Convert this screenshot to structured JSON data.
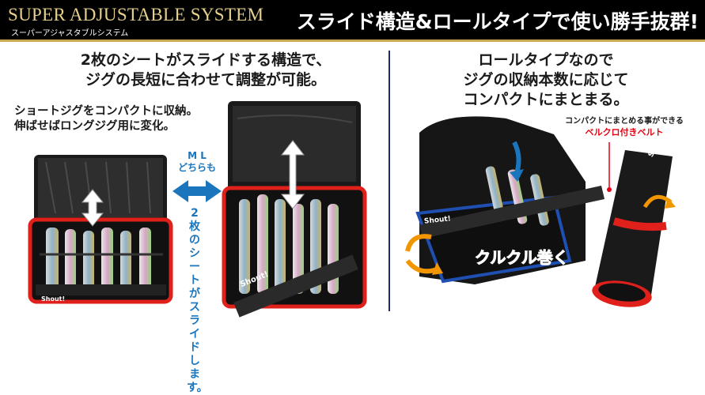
{
  "header": {
    "title": "SUPER ADJUSTABLE SYSTEM",
    "subtitle": "スーパーアジャスタブルシステム",
    "tagline": "スライド構造&ロールタイプで使い勝手抜群!"
  },
  "left": {
    "headline_1": "2枚のシートがスライドする構造で、",
    "headline_2": "ジグの長短に合わせて調整が可能。",
    "note_1": "ショートジグをコンパクトに収納。",
    "note_2": "伸ばせばロングジグ用に変化。",
    "size_label_1": "M L",
    "size_label_2": "どちらも",
    "slide_text": "2枚のシートがスライドします。",
    "brand": "Shout!"
  },
  "right": {
    "headline_1": "ロールタイプなので",
    "headline_2": "ジグの収納本数に応じて",
    "headline_3": "コンパクトにまとまる。",
    "belt_note_1": "コンパクトにまとめる事ができる",
    "belt_note_2": "ベルクロ付きベルト",
    "roll_label": "クルクル巻く",
    "brand": "Shout!"
  },
  "colors": {
    "gold": "#c9a94e",
    "red_trim": "#e0201b",
    "blue_trim": "#1f4fb0",
    "accent_blue": "#1b75bc",
    "accent_red": "#e60012",
    "arrow_orange": "#f29600"
  }
}
